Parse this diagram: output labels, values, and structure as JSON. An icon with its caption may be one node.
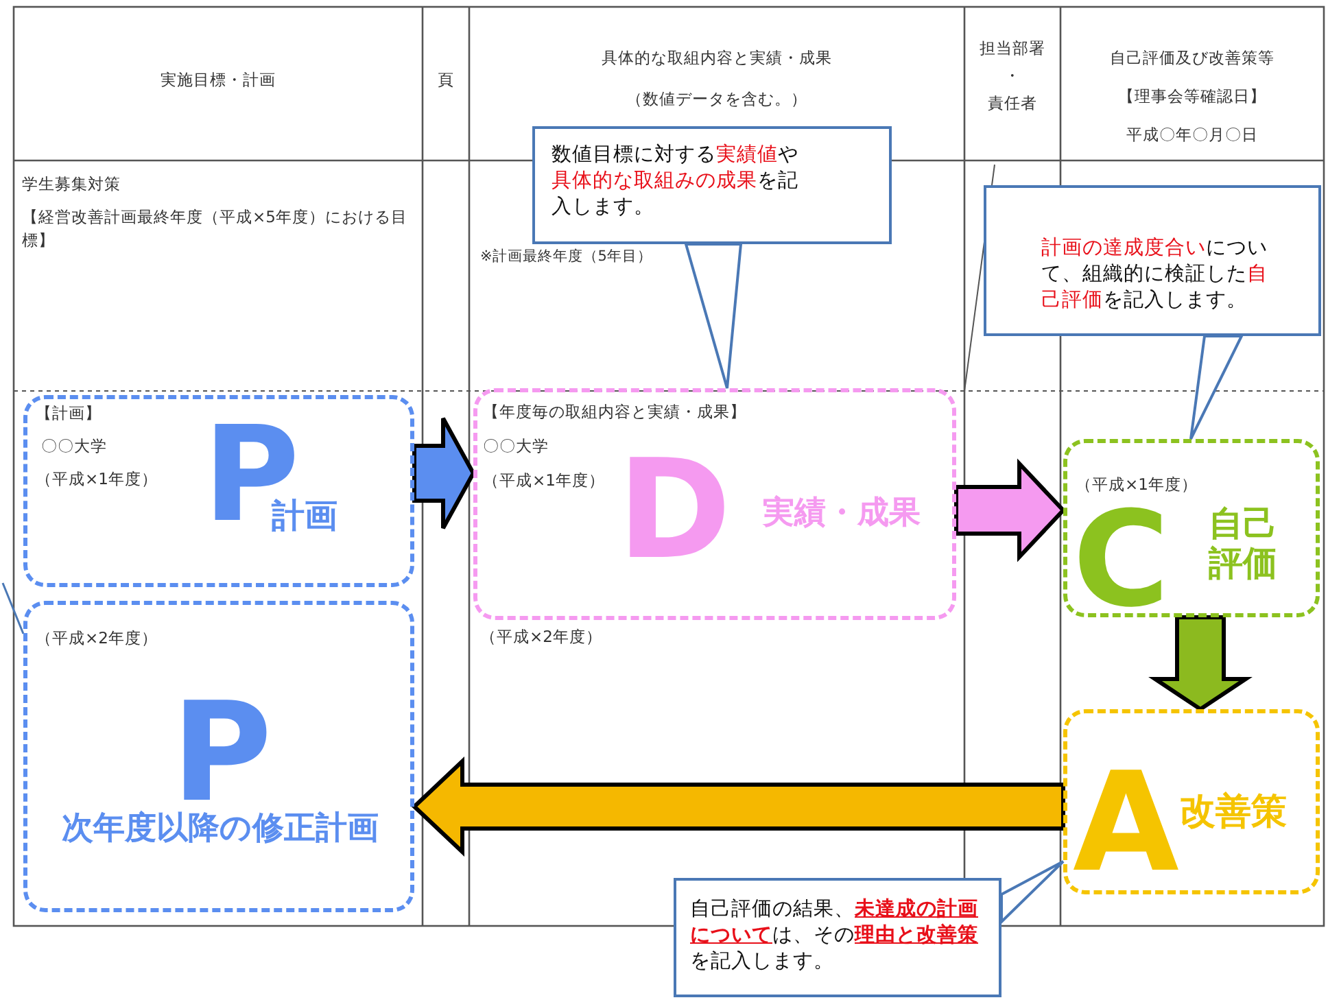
{
  "diagram": {
    "nodes": [
      {
        "text": [
          "数値目標に対する**実績値**や**具体的な取組みの成果**を記入します。"
        ]
      },
      {
        "text": [
          "**計画の達成度合い**について、組織的に検証した**自己評価**を記入します。"
        ]
      },
      {
        "text": [
          "【計画】",
          "〇〇大学",
          "（平成×1年度）",
          "P",
          "計画"
        ]
      },
      {
        "text": [
          "【年度毎の取組内容と実績・成果】",
          "〇〇大学",
          "（平成×1年度）",
          "D",
          "実績・成果"
        ]
      },
      {
        "text": [
          "（平成×1年度）",
          "C",
          "自己評価"
        ]
      },
      {
        "text": [
          "（平成×2年度）",
          "P",
          "次年度以降の修正計画"
        ]
      },
      {
        "text": [
          "A",
          "改善策"
        ]
      },
      {
        "text": [
          "自己評価の結果、**未達成の計画について**は、その**理由と改善策**を記入します。"
        ]
      }
    ],
    "edges": [
      {
        "from": 0,
        "to": 3,
        "arrow": "none"
      },
      {
        "from": 1,
        "to": 4,
        "arrow": "none"
      },
      {
        "from": 2,
        "to": 3,
        "arrow": "to",
        "style": "thick",
        "color": "#5b8ef0"
      },
      {
        "from": 3,
        "to": 4,
        "arrow": "to",
        "style": "thick",
        "color": "#f59af0"
      },
      {
        "from": 4,
        "to": 6,
        "arrow": "to",
        "style": "thick",
        "color": "#8cba1f"
      },
      {
        "from": 6,
        "to": 5,
        "arrow": "to",
        "style": "thick",
        "color": "#f5b800"
      },
      {
        "from": 7,
        "to": 6,
        "arrow": "none"
      },
      {
        "from": null,
        "to": 5,
        "arrow": "none"
      }
    ],
    "labels": [
      "実施目標・計画",
      "頁",
      "具体的な取組内容と実績・成果",
      "（数値データを含む。）",
      "担当部署",
      "・",
      "責任者",
      "自己評価及び改善策等",
      "【理事会等確認日】",
      "平成〇年〇月〇日",
      "学生募集対策",
      "【経営改善計画最終年度（平成×5年度）における目標】",
      "※計画最終年度（5年目）",
      "（平成×2年度）"
    ]
  }
}
